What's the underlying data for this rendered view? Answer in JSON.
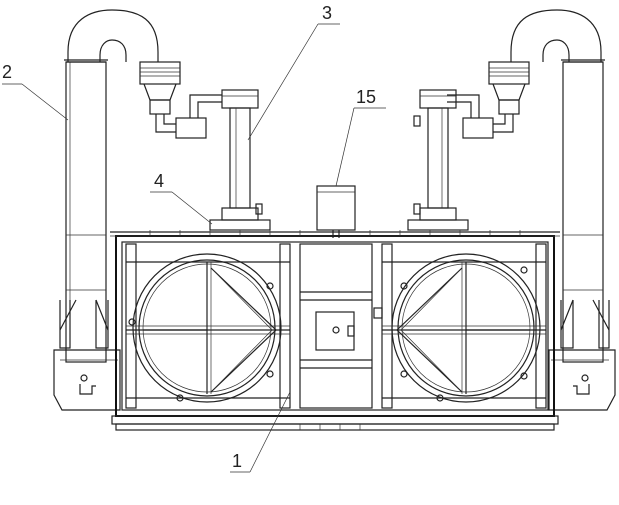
{
  "labels": {
    "duct": "2",
    "pipe": "3",
    "flange": "4",
    "chimney": "15",
    "housing": "1"
  }
}
